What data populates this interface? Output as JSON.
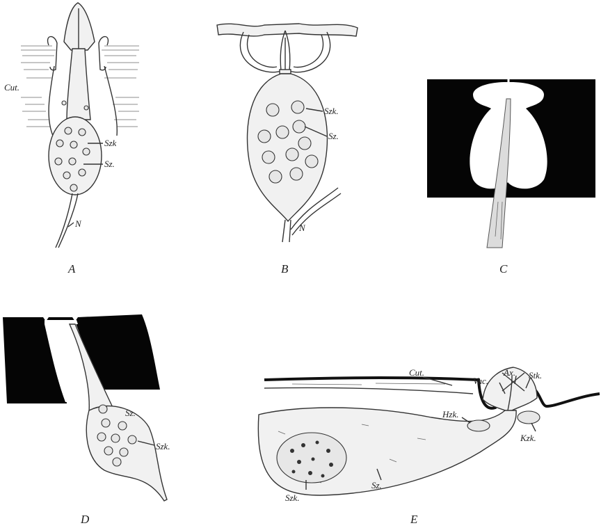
{
  "figure": {
    "panels": [
      {
        "id": "A",
        "caption": "A",
        "labels": {
          "cut": "Cut.",
          "szk": "Szk",
          "sz": "Sz.",
          "n": "N"
        }
      },
      {
        "id": "B",
        "caption": "B",
        "labels": {
          "szk": "Szk.",
          "sz": "Sz.",
          "n": "N"
        }
      },
      {
        "id": "C",
        "caption": "C",
        "labels": {}
      },
      {
        "id": "D",
        "caption": "D",
        "labels": {
          "sz": "Sz.",
          "szk": "Szk."
        }
      },
      {
        "id": "E",
        "caption": "E",
        "labels": {
          "cut": "Cut.",
          "vac": "Vac.",
          "ax": "Ax.",
          "stk": "Stk.",
          "hzk": "Hzk.",
          "kzk": "Kzk.",
          "szk": "Szk.",
          "sz": "Sz."
        }
      }
    ]
  },
  "colors": {
    "ink": "#333333",
    "black_fill": "#050505",
    "paper": "#ffffff"
  }
}
